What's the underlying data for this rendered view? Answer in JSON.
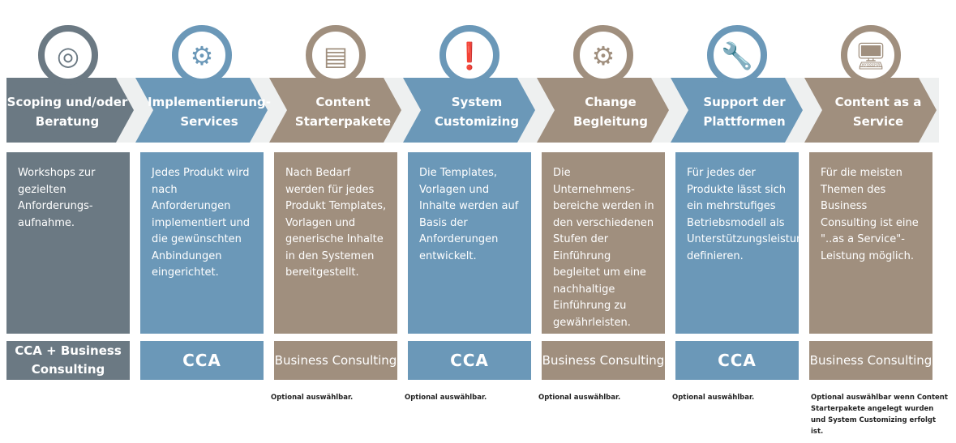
{
  "colors": {
    "slate": "#6b7983",
    "blue": "#6b98b8",
    "brown": "#a08f7e",
    "gap": "#eef0f0"
  },
  "steps": [
    {
      "title": "Scoping und/oder Beratung",
      "icon": "target-icon",
      "color": "slate",
      "description": "Workshops zur gezielten Anforderungs-aufnahme.",
      "provider": "CCA + Business Consulting",
      "note": ""
    },
    {
      "title": "Implementierung-Services",
      "icon": "idea-gear-cycle-icon",
      "color": "blue",
      "description": "Jedes Produkt wird nach Anforderungen implementiert und die gewünschten Anbindungen eingerichtet.",
      "provider": "CCA",
      "note": ""
    },
    {
      "title": "Content Starterpakete",
      "icon": "document-icon",
      "color": "brown",
      "description": "Nach Bedarf werden für jedes Produkt Templates, Vorlagen und generische Inhalte in den Systemen bereitgestellt.",
      "provider": "Business Consulting",
      "note": "Optional auswählbar."
    },
    {
      "title": "System Customizing",
      "icon": "gear-alert-icon",
      "color": "blue",
      "description": "Die Templates, Vorlagen und Inhalte werden auf Basis der Anforderungen entwickelt.",
      "provider": "CCA",
      "note": "Optional auswählbar."
    },
    {
      "title": "Change Begleitung",
      "icon": "org-change-icon",
      "color": "brown",
      "description": "Die Unternehmens-bereiche werden in den verschiedenen Stufen der Einführung begleitet um eine nachhaltige Einführung zu gewährleisten.",
      "provider": "Business Consulting",
      "note": "Optional auswählbar."
    },
    {
      "title": "Support der Plattformen",
      "icon": "wrench-window-icon",
      "color": "blue",
      "description": "Für jedes der Produkte lässt sich ein mehrstufiges Betriebsmodell als Unterstützungsleistung definieren.",
      "provider": "CCA",
      "note": "Optional auswählbar."
    },
    {
      "title": "Content as a Service",
      "icon": "content-service-icon",
      "color": "brown",
      "description": "Für die meisten Themen des Business Consulting ist eine \"..as a Service\"-Leistung möglich.",
      "provider": "Business Consulting",
      "note": "Optional auswählbar wenn Content Starterpakete angelegt wurden und System Customizing erfolgt ist."
    }
  ]
}
